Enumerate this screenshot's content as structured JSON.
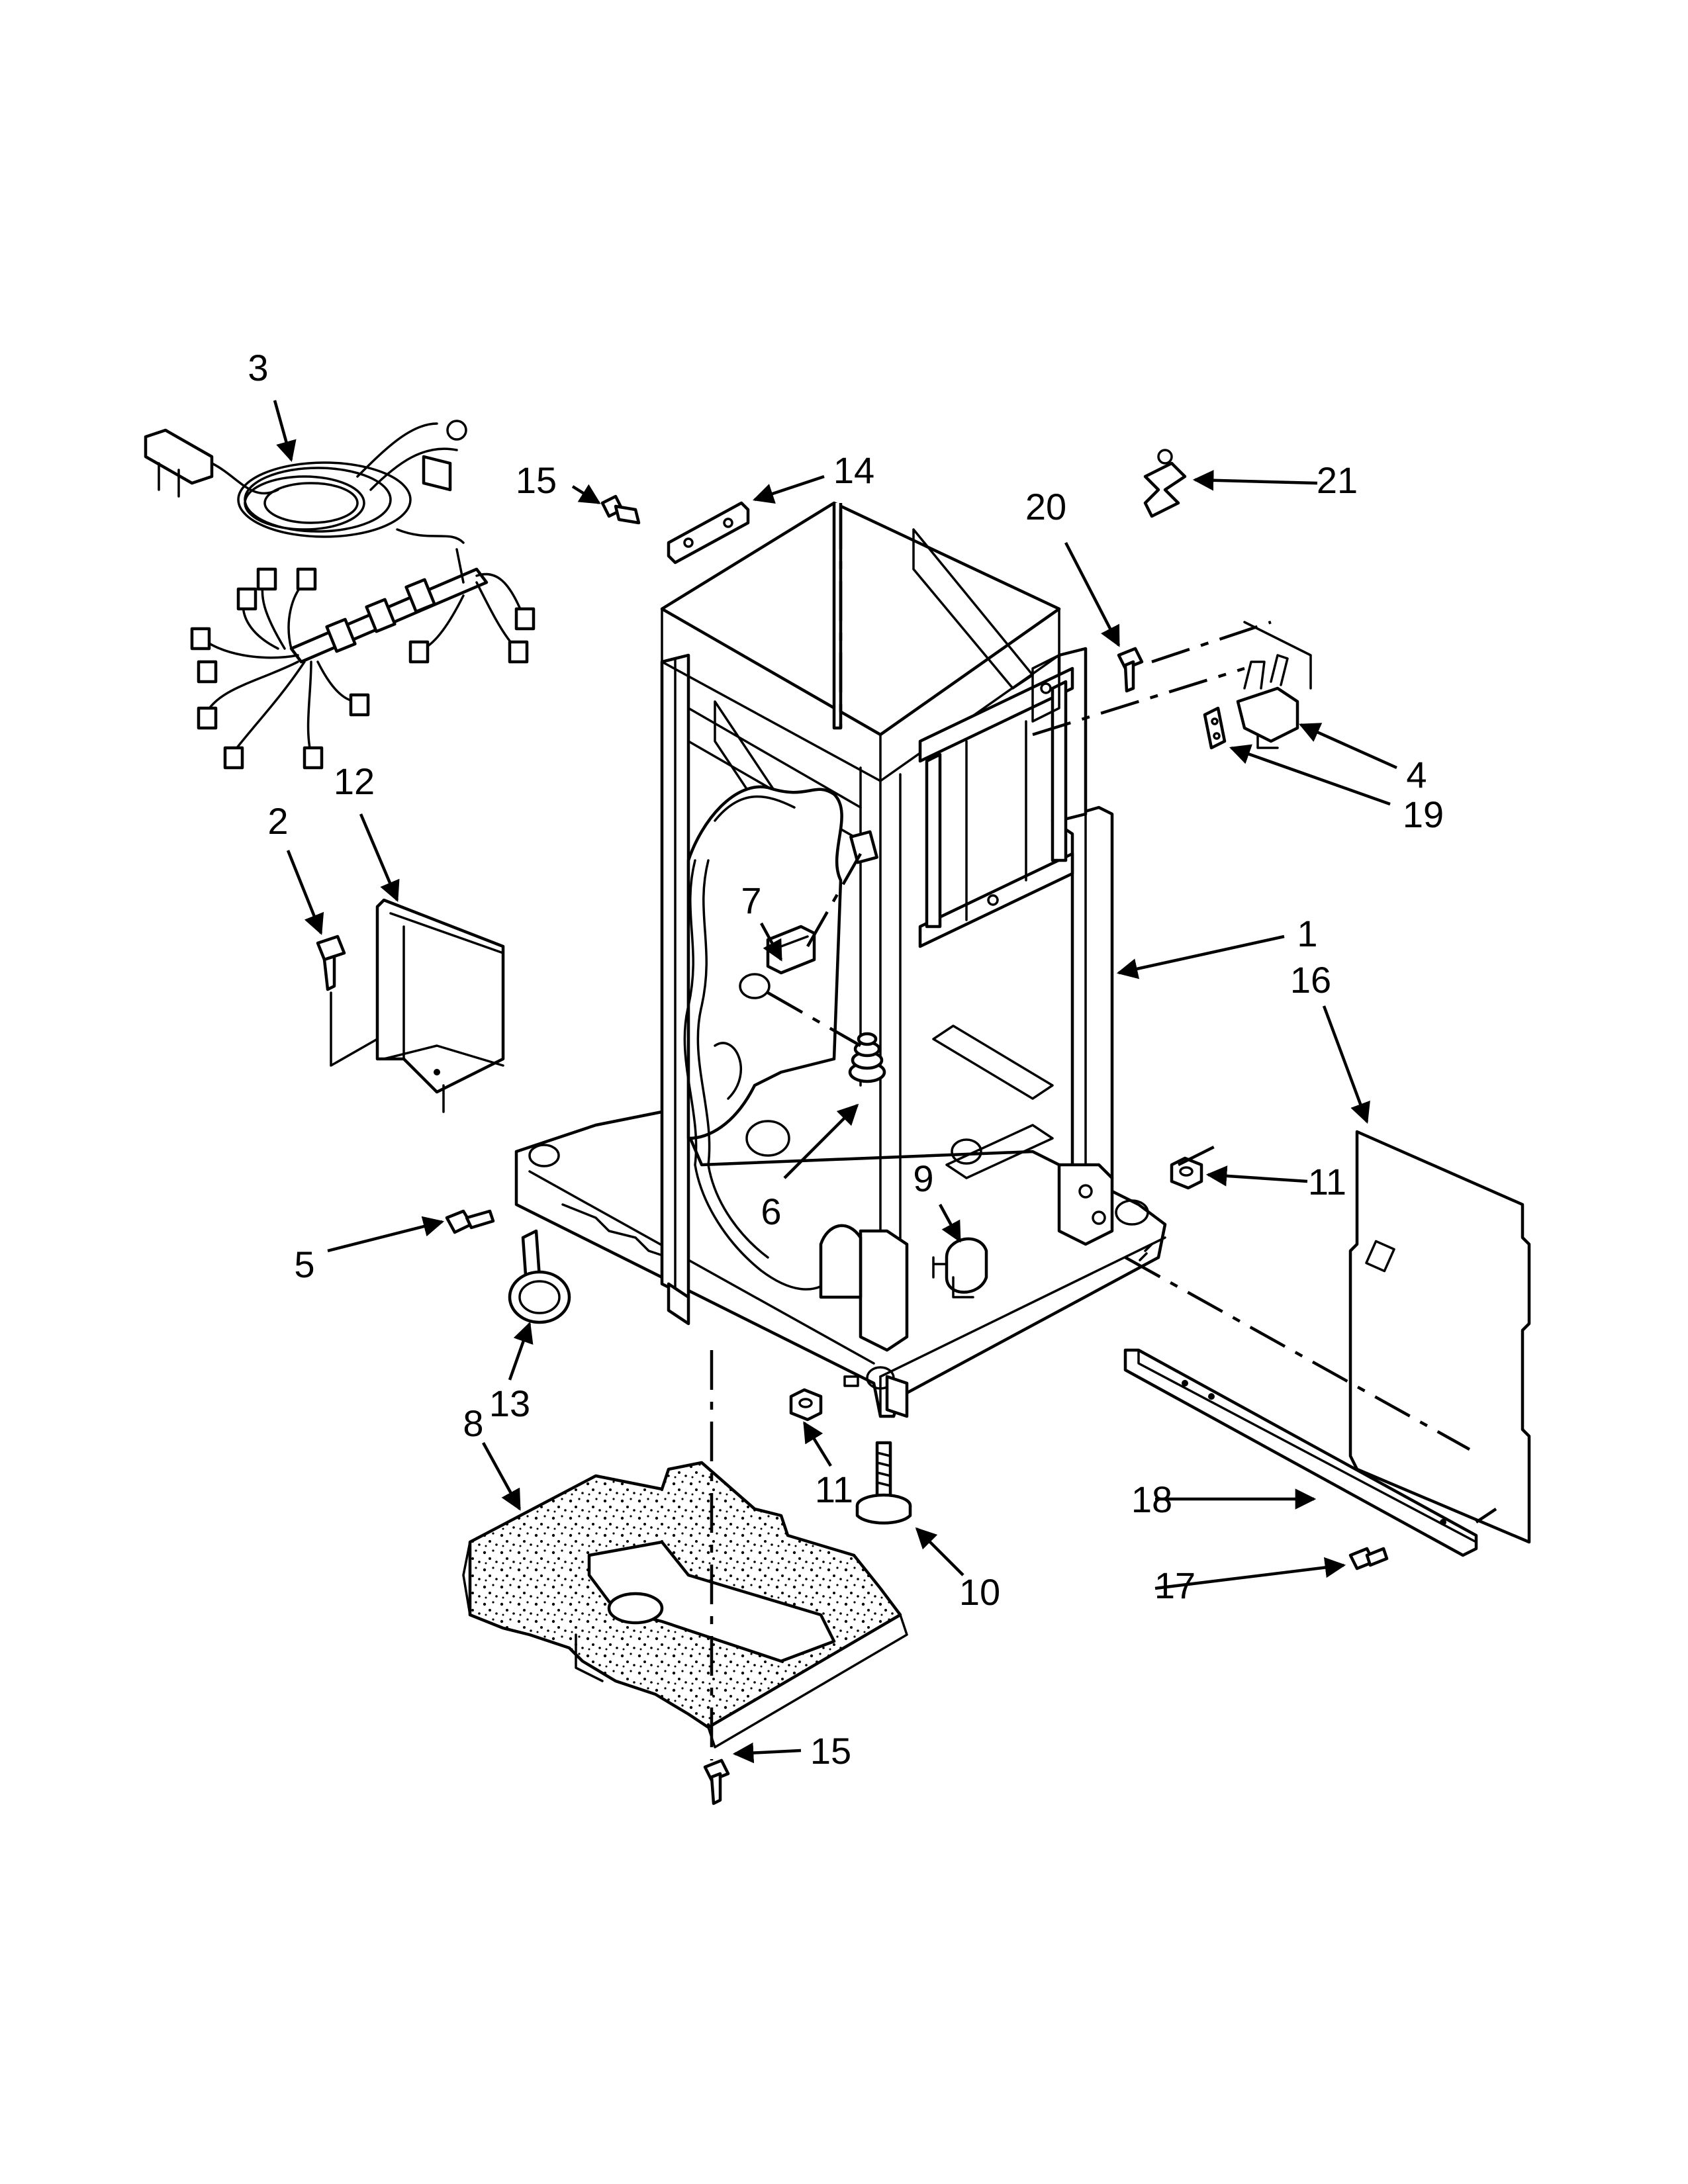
{
  "callouts": {
    "c1": "1",
    "c2": "2",
    "c3": "3",
    "c4": "4",
    "c5": "5",
    "c6": "6",
    "c7": "7",
    "c8": "8",
    "c9": "9",
    "c10": "10",
    "c11a": "11",
    "c11b": "11",
    "c12": "12",
    "c13": "13",
    "c14": "14",
    "c15a": "15",
    "c15b": "15",
    "c16": "16",
    "c17": "17",
    "c18": "18",
    "c19": "19",
    "c20": "20",
    "c21": "21"
  }
}
